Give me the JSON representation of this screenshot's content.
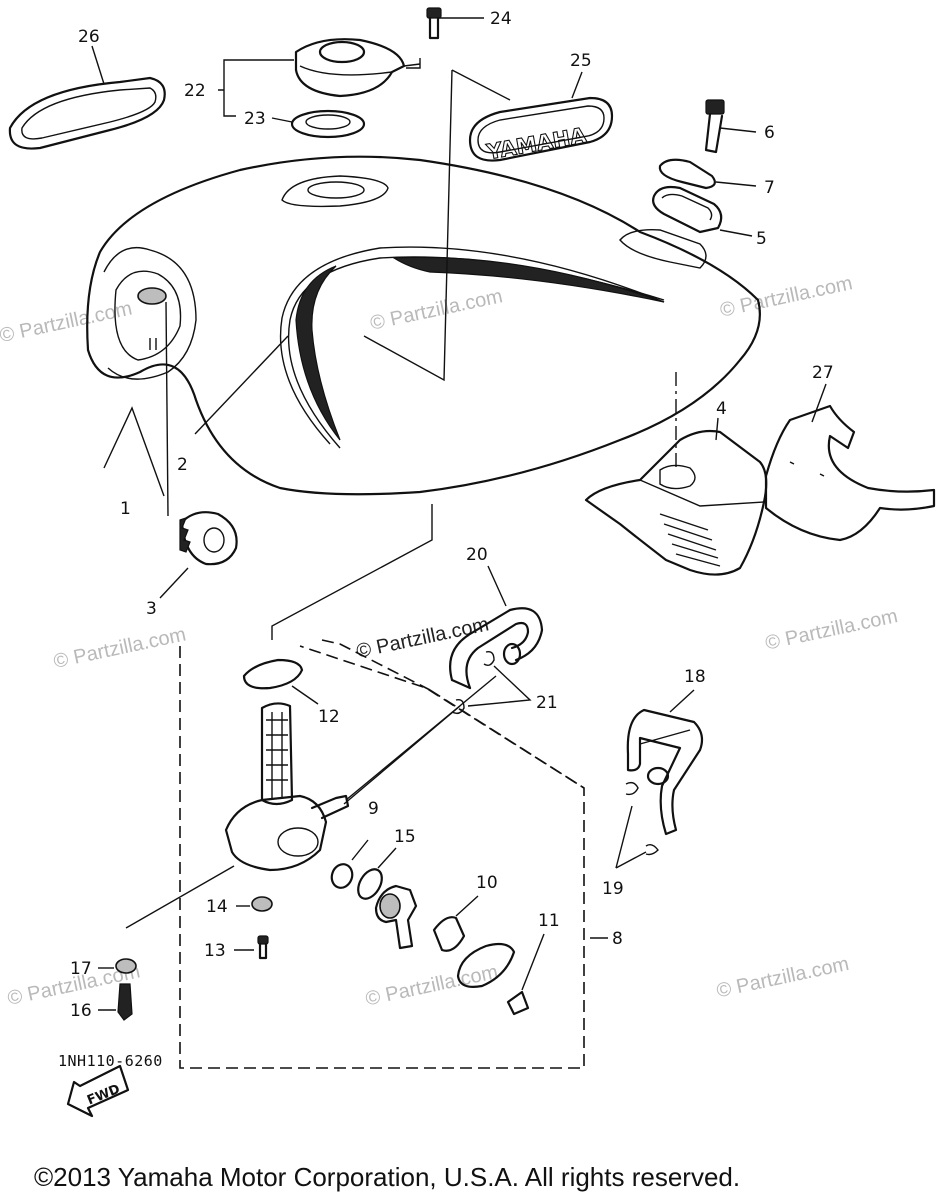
{
  "callouts": [
    "1",
    "2",
    "3",
    "4",
    "5",
    "6",
    "7",
    "8",
    "9",
    "10",
    "11",
    "12",
    "13",
    "14",
    "15",
    "16",
    "17",
    "18",
    "19",
    "20",
    "21",
    "22",
    "23",
    "24",
    "25",
    "26",
    "27"
  ],
  "emblem_text": "YAMAHA",
  "fwd_label": "FWD",
  "watermark_text": "© Partzilla.com",
  "diagram_code": "1NH110-6260",
  "copyright": "©2013 Yamaha Motor Corporation, U.S.A. All rights reserved."
}
